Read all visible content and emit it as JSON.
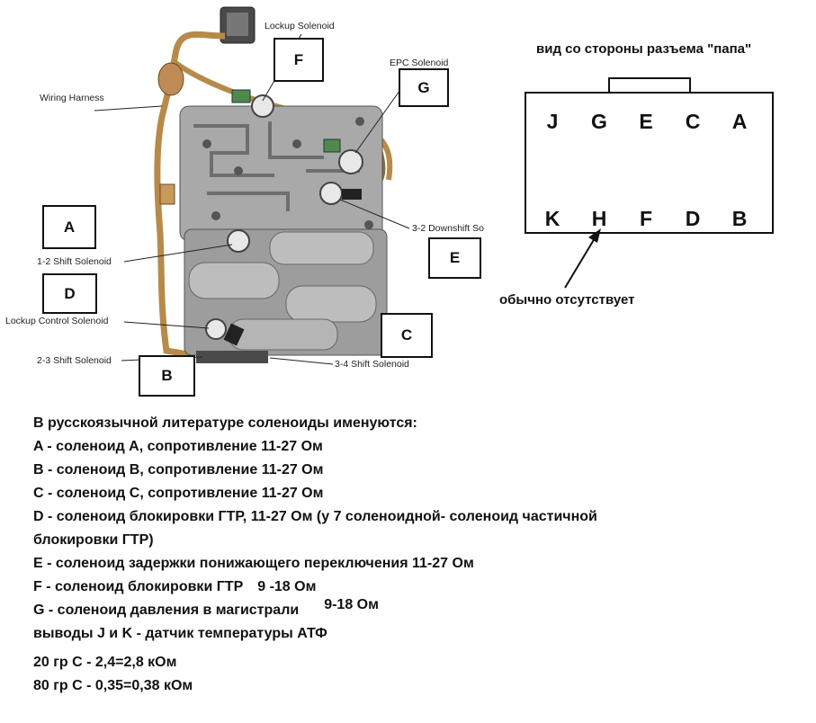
{
  "callouts": {
    "lockup_solenoid": "Lockup Solenoid",
    "epc_solenoid": "EPC Solenoid",
    "wiring_harness": "Wiring Harness",
    "downshift_solenoid": "3-2 Downshift So",
    "shift_12": "1-2 Shift Solenoid",
    "lockup_control": "Lockup Control Solenoid",
    "shift_23": "2-3 Shift Solenoid",
    "shift_34": "3-4 Shift Solenoid"
  },
  "boxes": {
    "F": "F",
    "G": "G",
    "A": "A",
    "E": "E",
    "D": "D",
    "C": "C",
    "B": "B"
  },
  "connector": {
    "title": "вид со стороны разъема \"папа\"",
    "top_row": [
      "J",
      "G",
      "E",
      "C",
      "A"
    ],
    "bottom_row": [
      "K",
      "H",
      "F",
      "D",
      "B"
    ],
    "absent_note": "обычно отсутствует"
  },
  "notes": {
    "intro": "В русскоязычной литературе соленоиды именуются:",
    "a": "A - соленоид А, сопротивление 11-27 Ом",
    "b": "B - соленоид B, сопротивление 11-27 Ом",
    "c": "C - соленоид С, сопротивление 11-27 Ом",
    "d1": "D - соленоид блокировки ГТР, 11-27 Ом (у 7 соленоидной- соленоид частичной",
    "d2": "блокировки ГТР)",
    "e": "E - соленоид задержки понижающего переключения   11-27 Ом",
    "f_text": "F - соленоид блокировки ГТР",
    "f_value": "9 -18 Ом",
    "g_text": "G - соленоид давления в магистрали",
    "g_value": "9-18 Ом",
    "jk": "выводы J и K - датчик температуры АТФ",
    "t20": "20 гр С - 2,4=2,8 кОм",
    "t80": "80 гр С - 0,35=0,38 кОм"
  },
  "colors": {
    "valve_body": "#a9a9a9",
    "valve_dark": "#6e6e6e",
    "harness": "#b88a45",
    "connector_green": "#4f8a4a"
  }
}
